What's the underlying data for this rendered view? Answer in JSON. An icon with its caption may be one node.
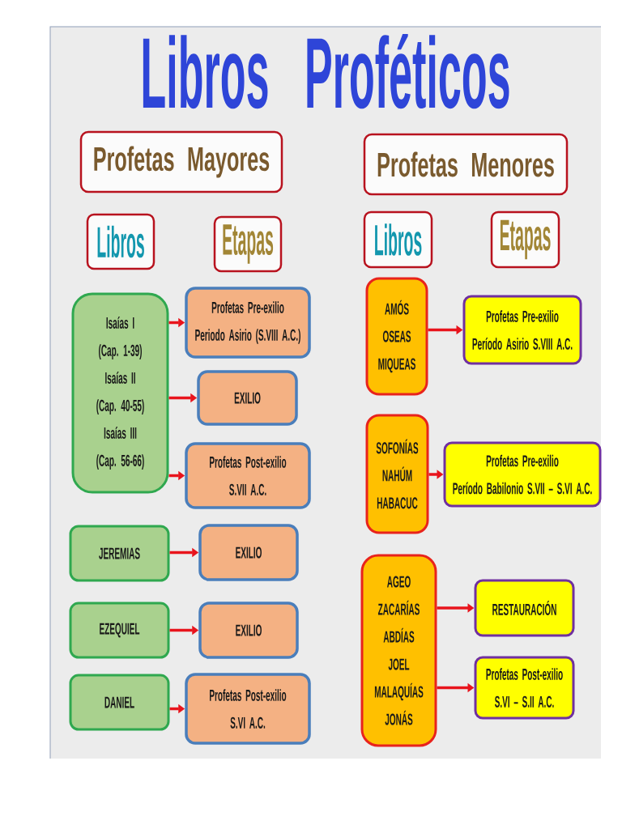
{
  "diagram": {
    "title": "Libros Proféticos",
    "nodes": [
      {
        "text": [
          "Profetas Mayores"
        ]
      },
      {
        "text": [
          "Libros"
        ]
      },
      {
        "text": [
          "Etapas"
        ]
      },
      {
        "text": [
          "Profetas Menores"
        ]
      },
      {
        "text": [
          "Libros"
        ]
      },
      {
        "text": [
          "Etapas"
        ]
      },
      {
        "text": [
          "Isaías I",
          "(Cap. 1-39)",
          "Isaías II",
          "(Cap. 40-55)",
          "Isaías III",
          "(Cap. 56-66)"
        ]
      },
      {
        "text": [
          "Profetas Pre-exilio",
          "Periodo Asirio (S.VIII A.C.)"
        ]
      },
      {
        "text": [
          "EXILIO"
        ]
      },
      {
        "text": [
          "Profetas Post-exilio",
          "S.VII A.C."
        ]
      },
      {
        "text": [
          "JEREMIAS"
        ]
      },
      {
        "text": [
          "EXILIO"
        ]
      },
      {
        "text": [
          "EZEQUIEL"
        ]
      },
      {
        "text": [
          "EXILIO"
        ]
      },
      {
        "text": [
          "DANIEL"
        ]
      },
      {
        "text": [
          "Profetas Post-exilio",
          "S.VI A.C."
        ]
      },
      {
        "text": [
          "AMÓS",
          "OSEAS",
          "MIQUEAS"
        ]
      },
      {
        "text": [
          "Profetas Pre-exilio",
          "Período Asirio S.VIII A.C."
        ]
      },
      {
        "text": [
          "SOFONÍAS",
          "NAHÚM",
          "HABACUC"
        ]
      },
      {
        "text": [
          "Profetas Pre-exilio",
          "Período Babilonio S.VII – S.VI A.C."
        ]
      },
      {
        "text": [
          "AGEO",
          "ZACARÍAS",
          "ABDÍAS",
          "JOEL",
          "MALAQUÍAS",
          "JONÁS"
        ]
      },
      {
        "text": [
          "RESTAURACIÓN"
        ]
      },
      {
        "text": [
          "Profetas Post-exilio",
          "S.VI – S.II A.C."
        ]
      }
    ],
    "edges": [
      {
        "from": 6,
        "to": 7,
        "arrow": "to"
      },
      {
        "from": 6,
        "to": 8,
        "arrow": "to"
      },
      {
        "from": 6,
        "to": 9,
        "arrow": "to"
      },
      {
        "from": 10,
        "to": 11,
        "arrow": "to"
      },
      {
        "from": 12,
        "to": 13,
        "arrow": "to"
      },
      {
        "from": 14,
        "to": 15,
        "arrow": "to"
      },
      {
        "from": 16,
        "to": 17,
        "arrow": "to"
      },
      {
        "from": 18,
        "to": 19,
        "arrow": "to"
      },
      {
        "from": 20,
        "to": 21,
        "arrow": "to"
      },
      {
        "from": 20,
        "to": 22,
        "arrow": "to"
      }
    ]
  }
}
